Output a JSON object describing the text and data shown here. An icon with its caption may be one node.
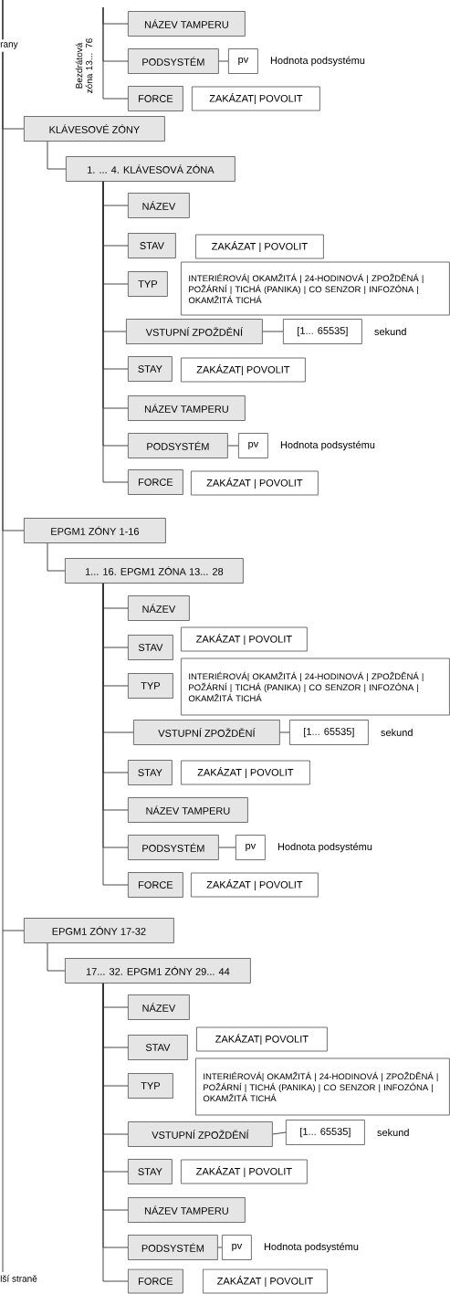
{
  "diagram": {
    "nodes": [
      {
        "text": [
          "NÁZEV TAMPERU"
        ]
      },
      {
        "text": [
          "PODSYSTÉM"
        ]
      },
      {
        "text": [
          "pv"
        ],
        "beside": [
          "Hodnota podsystému"
        ]
      },
      {
        "text": [
          "FORCE"
        ]
      },
      {
        "text": [
          "ZAKÁZAT| POVOLIT"
        ]
      },
      {
        "text": [
          "KLÁVESOVÉ ZÓNY"
        ]
      },
      {
        "text": [
          "1. ... 4. KLÁVESOVÁ ZÓNA"
        ]
      },
      {
        "text": [
          "NÁZEV"
        ]
      },
      {
        "text": [
          "STAV"
        ]
      },
      {
        "text": [
          "ZAKÁZAT | POVOLIT"
        ]
      },
      {
        "text": [
          "TYP"
        ]
      },
      {
        "text": [
          "INTERIÉROVÁ| OKAMŽITÁ | 24-HODINOVÁ | ZPOŽDĚNÁ | POŽÁRNÍ | TICHÁ (PANIKA) | CO SENZOR | INFOZÓNA | OKAMŽITÁ TICHÁ"
        ]
      },
      {
        "text": [
          "VSTUPNÍ ZPOŽDĚNÍ"
        ]
      },
      {
        "text": [
          "[1... 65535]"
        ],
        "beside": [
          "sekund"
        ]
      },
      {
        "text": [
          "STAY"
        ]
      },
      {
        "text": [
          "ZAKÁZAT| POVOLIT"
        ]
      },
      {
        "text": [
          "NÁZEV TAMPERU"
        ]
      },
      {
        "text": [
          "PODSYSTÉM"
        ]
      },
      {
        "text": [
          "pv"
        ],
        "beside": [
          "Hodnota podsystému"
        ]
      },
      {
        "text": [
          "FORCE"
        ]
      },
      {
        "text": [
          "ZAKÁZAT | POVOLIT"
        ]
      },
      {
        "text": [
          "EPGM1 ZÓNY 1-16"
        ]
      },
      {
        "text": [
          "1... 16. EPGM1 ZÓNA 13... 28"
        ]
      },
      {
        "text": [
          "NÁZEV"
        ]
      },
      {
        "text": [
          "STAV"
        ]
      },
      {
        "text": [
          "ZAKÁZAT | POVOLIT"
        ]
      },
      {
        "text": [
          "TYP"
        ]
      },
      {
        "text": [
          "INTERIÉROVÁ| OKAMŽITÁ | 24-HODINOVÁ | ZPOŽDĚNÁ | POŽÁRNÍ | TICHÁ (PANIKA) | CO SENZOR | INFOZÓNA | OKAMŽITÁ TICHÁ"
        ]
      },
      {
        "text": [
          "VSTUPNÍ ZPOŽDĚNÍ"
        ]
      },
      {
        "text": [
          "[1... 65535]"
        ],
        "beside": [
          "sekund"
        ]
      },
      {
        "text": [
          "STAY"
        ]
      },
      {
        "text": [
          "ZAKÁZAT | POVOLIT"
        ]
      },
      {
        "text": [
          "NÁZEV TAMPERU"
        ]
      },
      {
        "text": [
          "PODSYSTÉM"
        ]
      },
      {
        "text": [
          "pv"
        ],
        "beside": [
          "Hodnota podsystému"
        ]
      },
      {
        "text": [
          "FORCE"
        ]
      },
      {
        "text": [
          "ZAKÁZAT | POVOLIT"
        ]
      },
      {
        "text": [
          "EPGM1 ZÓNY 17-32"
        ]
      },
      {
        "text": [
          "17... 32. EPGM1 ZÓNY 29... 44"
        ]
      },
      {
        "text": [
          "NÁZEV"
        ]
      },
      {
        "text": [
          "STAV"
        ]
      },
      {
        "text": [
          "ZAKÁZAT| POVOLIT"
        ]
      },
      {
        "text": [
          "TYP"
        ]
      },
      {
        "text": [
          "INTERIÉROVÁ| OKAMŽITÁ | 24-HODINOVÁ | ZPOŽDĚNÁ | POŽÁRNÍ | TICHÁ (PANIKA) | CO SENZOR | INFOZÓNA | OKAMŽITÁ TICHÁ"
        ]
      },
      {
        "text": [
          "VSTUPNÍ ZPOŽDĚNÍ"
        ]
      },
      {
        "text": [
          "[1... 65535]"
        ],
        "beside": [
          "sekund"
        ]
      },
      {
        "text": [
          "STAY"
        ]
      },
      {
        "text": [
          "ZAKÁZAT | POVOLIT"
        ]
      },
      {
        "text": [
          "NÁZEV TAMPERU"
        ]
      },
      {
        "text": [
          "PODSYSTÉM"
        ]
      },
      {
        "text": [
          "pv"
        ],
        "beside": [
          "Hodnota podsystému"
        ]
      },
      {
        "text": [
          "FORCE"
        ]
      },
      {
        "text": [
          "ZAKÁZAT | POVOLIT"
        ]
      }
    ],
    "edges": [
      {
        "from": null,
        "to": 0,
        "arrow": "none"
      },
      {
        "from": null,
        "to": 1,
        "arrow": "none"
      },
      {
        "from": 1,
        "to": 2,
        "arrow": "none"
      },
      {
        "from": null,
        "to": 3,
        "arrow": "none"
      },
      {
        "from": null,
        "to": 5,
        "arrow": "none"
      },
      {
        "from": 5,
        "to": 6,
        "arrow": "none"
      },
      {
        "from": 6,
        "to": 7,
        "arrow": "none"
      },
      {
        "from": 6,
        "to": 8,
        "arrow": "none"
      },
      {
        "from": 6,
        "to": 10,
        "arrow": "none"
      },
      {
        "from": 6,
        "to": 12,
        "arrow": "none"
      },
      {
        "from": 12,
        "to": 13,
        "arrow": "none"
      },
      {
        "from": 6,
        "to": 14,
        "arrow": "none"
      },
      {
        "from": 6,
        "to": 16,
        "arrow": "none"
      },
      {
        "from": 6,
        "to": 17,
        "arrow": "none"
      },
      {
        "from": 17,
        "to": 18,
        "arrow": "none"
      },
      {
        "from": 6,
        "to": 19,
        "arrow": "none"
      },
      {
        "from": null,
        "to": 21,
        "arrow": "none"
      },
      {
        "from": 21,
        "to": 22,
        "arrow": "none"
      },
      {
        "from": 22,
        "to": 23,
        "arrow": "none"
      },
      {
        "from": 22,
        "to": 24,
        "arrow": "none"
      },
      {
        "from": 22,
        "to": 26,
        "arrow": "none"
      },
      {
        "from": 22,
        "to": 28,
        "arrow": "none"
      },
      {
        "from": 28,
        "to": 29,
        "arrow": "none"
      },
      {
        "from": 22,
        "to": 30,
        "arrow": "none"
      },
      {
        "from": 22,
        "to": 32,
        "arrow": "none"
      },
      {
        "from": 22,
        "to": 33,
        "arrow": "none"
      },
      {
        "from": 33,
        "to": 34,
        "arrow": "none"
      },
      {
        "from": 22,
        "to": 35,
        "arrow": "none"
      },
      {
        "from": null,
        "to": 37,
        "arrow": "none"
      },
      {
        "from": 37,
        "to": 38,
        "arrow": "none"
      },
      {
        "from": 38,
        "to": 39,
        "arrow": "none"
      },
      {
        "from": 38,
        "to": 40,
        "arrow": "none"
      },
      {
        "from": 38,
        "to": 42,
        "arrow": "none"
      },
      {
        "from": 38,
        "to": 44,
        "arrow": "none"
      },
      {
        "from": 44,
        "to": 45,
        "arrow": "none"
      },
      {
        "from": 38,
        "to": 46,
        "arrow": "none"
      },
      {
        "from": 38,
        "to": 48,
        "arrow": "none"
      },
      {
        "from": 38,
        "to": 49,
        "arrow": "none"
      },
      {
        "from": 49,
        "to": 50,
        "arrow": "none"
      },
      {
        "from": 38,
        "to": 51,
        "arrow": "none"
      }
    ],
    "labels": [
      "rany",
      "Bezdrátová zóna 13... 76",
      "lší straně"
    ]
  }
}
